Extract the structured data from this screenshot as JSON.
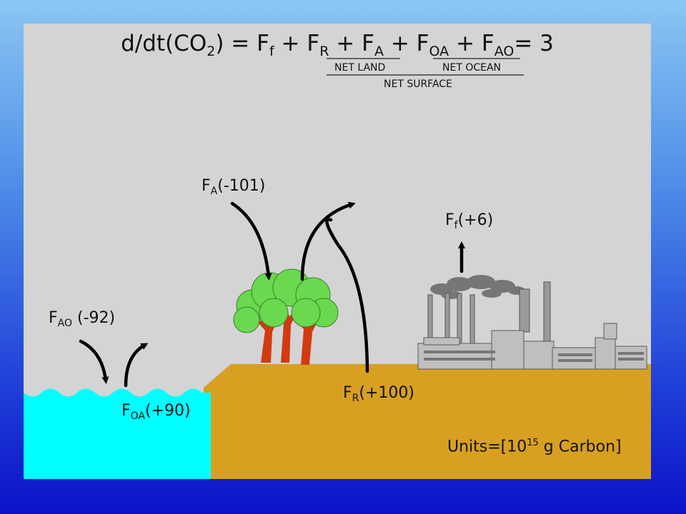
{
  "equation": {
    "lhs": "d/dt(CO",
    "lhs_sub": "2",
    "lhs_close": ") =",
    "terms": [
      {
        "sym": "F",
        "sub": "f",
        "op": "+"
      },
      {
        "sym": "F",
        "sub": "R",
        "op": "+"
      },
      {
        "sym": "F",
        "sub": "A",
        "op": "+"
      },
      {
        "sym": "F",
        "sub": "OA",
        "op": "+"
      },
      {
        "sym": "F",
        "sub": "AO",
        "op": "= 3"
      }
    ],
    "group_land": "NET LAND",
    "group_ocean": "NET OCEAN",
    "group_surface": "NET SURFACE"
  },
  "fluxes": {
    "ao": {
      "sym": "F",
      "sub": "AO",
      "value": " (-92)"
    },
    "oa": {
      "sym": "F",
      "sub": "OA",
      "value": "(+90)"
    },
    "a": {
      "sym": "F",
      "sub": "A",
      "value": "(-101)"
    },
    "r": {
      "sym": "F",
      "sub": "R",
      "value": "(+100)"
    },
    "f": {
      "sym": "F",
      "sub": "f",
      "value": "(+6)"
    }
  },
  "units": {
    "prefix": "Units=[10",
    "exp": "15",
    "suffix": " g Carbon]"
  },
  "colors": {
    "panel": "#d4d4d4",
    "ocean": "#00ffff",
    "land": "#d8a020",
    "tree_trunk": "#d23a10",
    "tree_canopy": "#6ad94f",
    "arrow": "#000000"
  }
}
